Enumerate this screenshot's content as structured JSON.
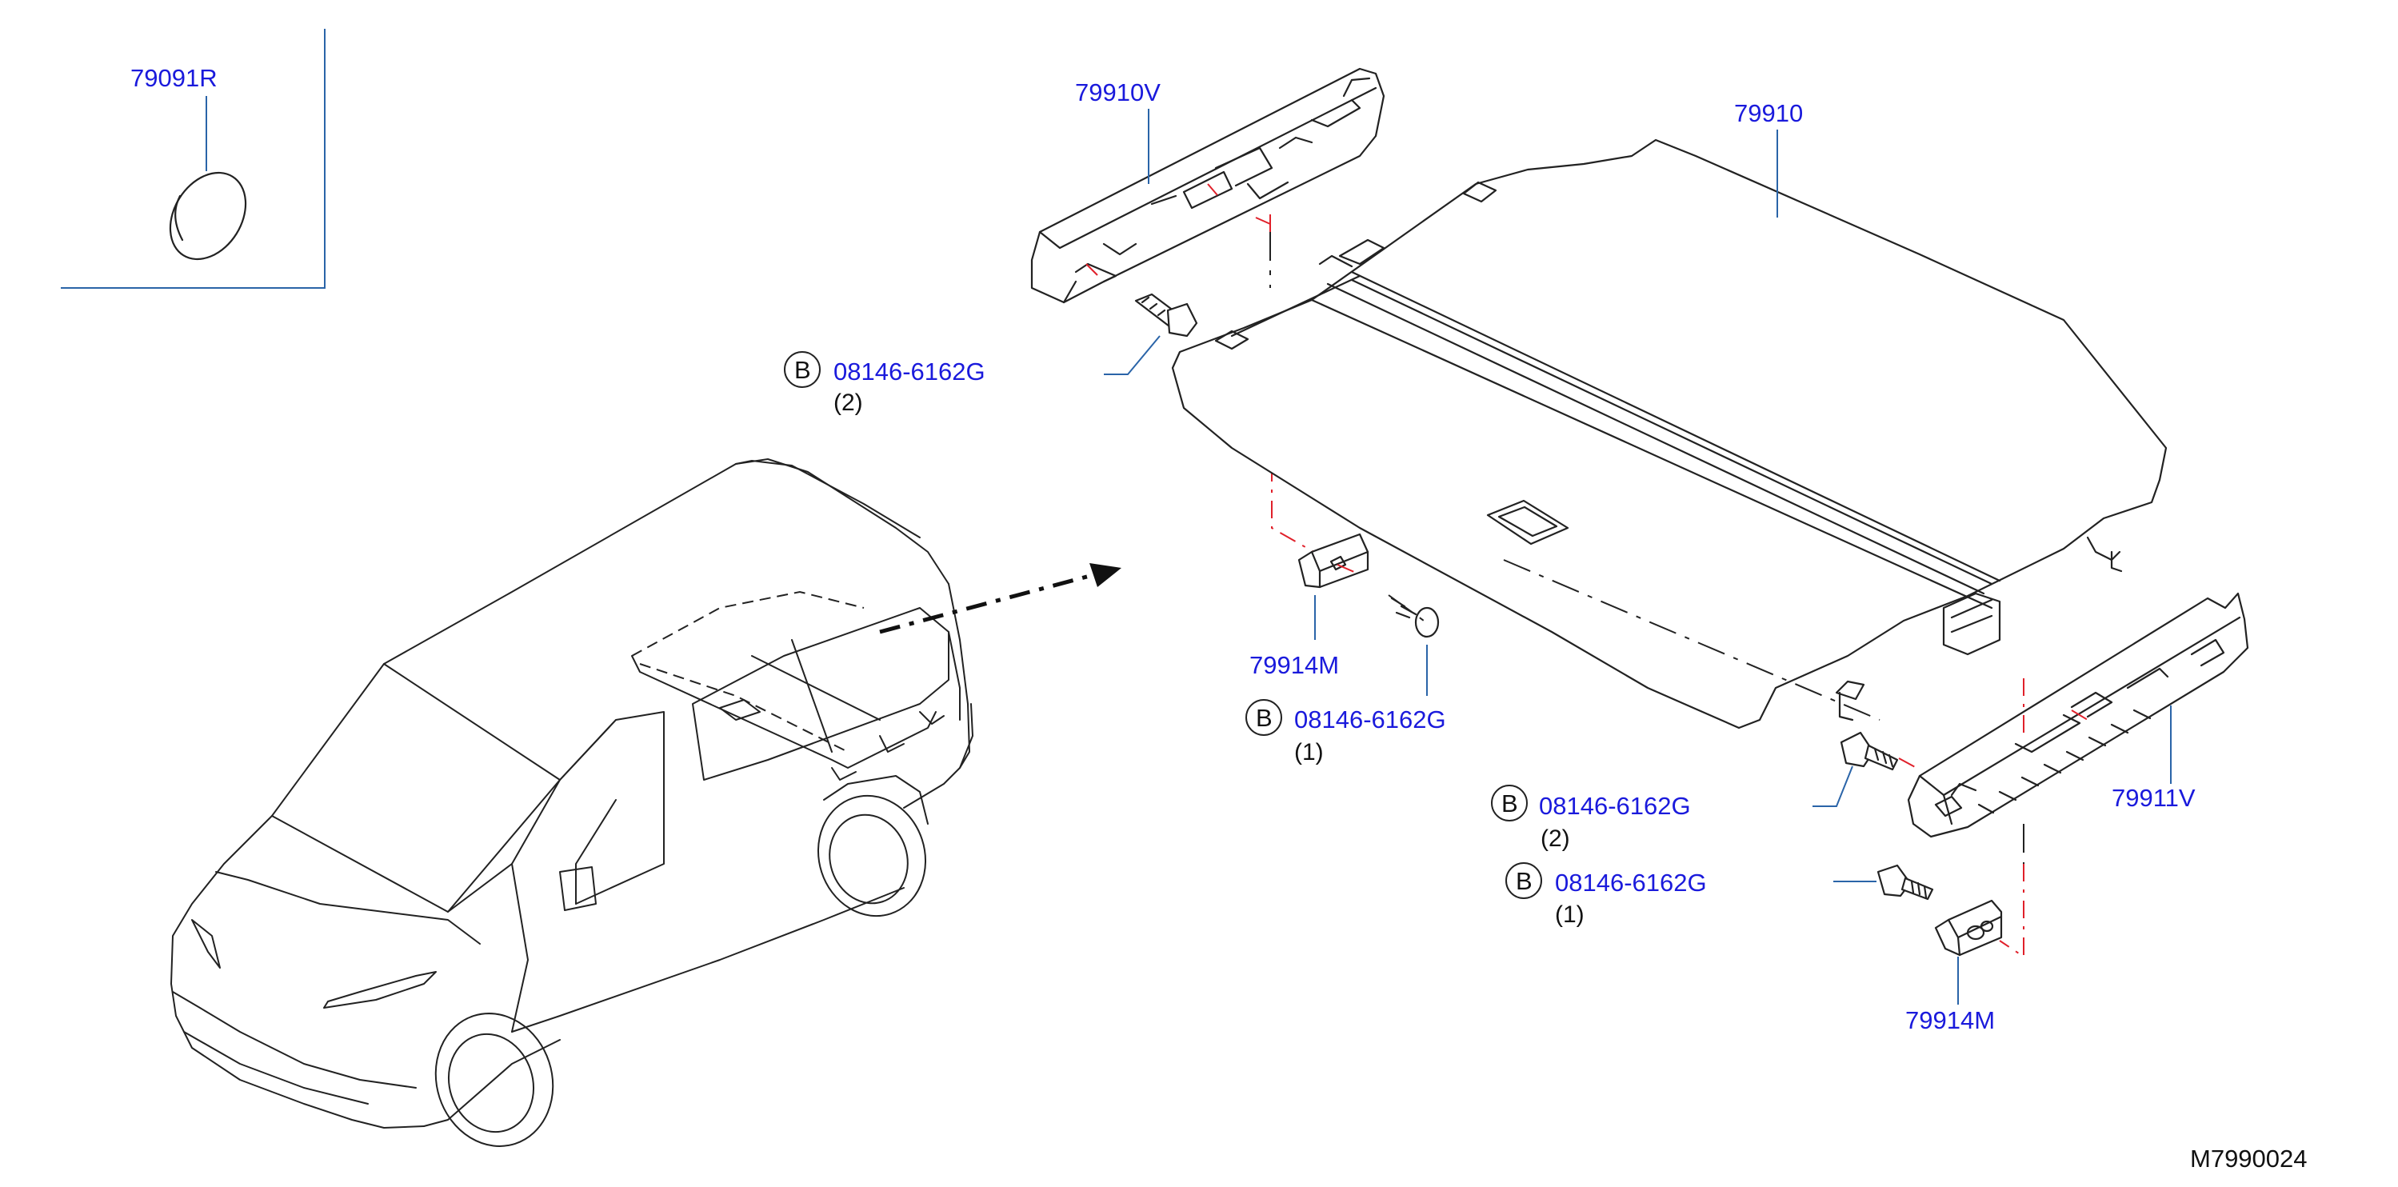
{
  "diagram": {
    "drawing_number": "M7990024",
    "parts": {
      "cap": "79091R",
      "left_bracket": "79910V",
      "tonneau_cover": "79910",
      "right_bracket": "79911V",
      "hook_left": "79914M",
      "hook_right": "79914M"
    },
    "fasteners": [
      {
        "badge": "B",
        "part_no": "08146-6162G",
        "qty": "(2)"
      },
      {
        "badge": "B",
        "part_no": "08146-6162G",
        "qty": "(1)"
      },
      {
        "badge": "B",
        "part_no": "08146-6162G",
        "qty": "(2)"
      },
      {
        "badge": "B",
        "part_no": "08146-6162G",
        "qty": "(1)"
      }
    ],
    "colors": {
      "part_label": "#1a1adc",
      "leader_line": "#2a64a8",
      "centerline": "#e0202a",
      "outline": "#222222"
    }
  }
}
